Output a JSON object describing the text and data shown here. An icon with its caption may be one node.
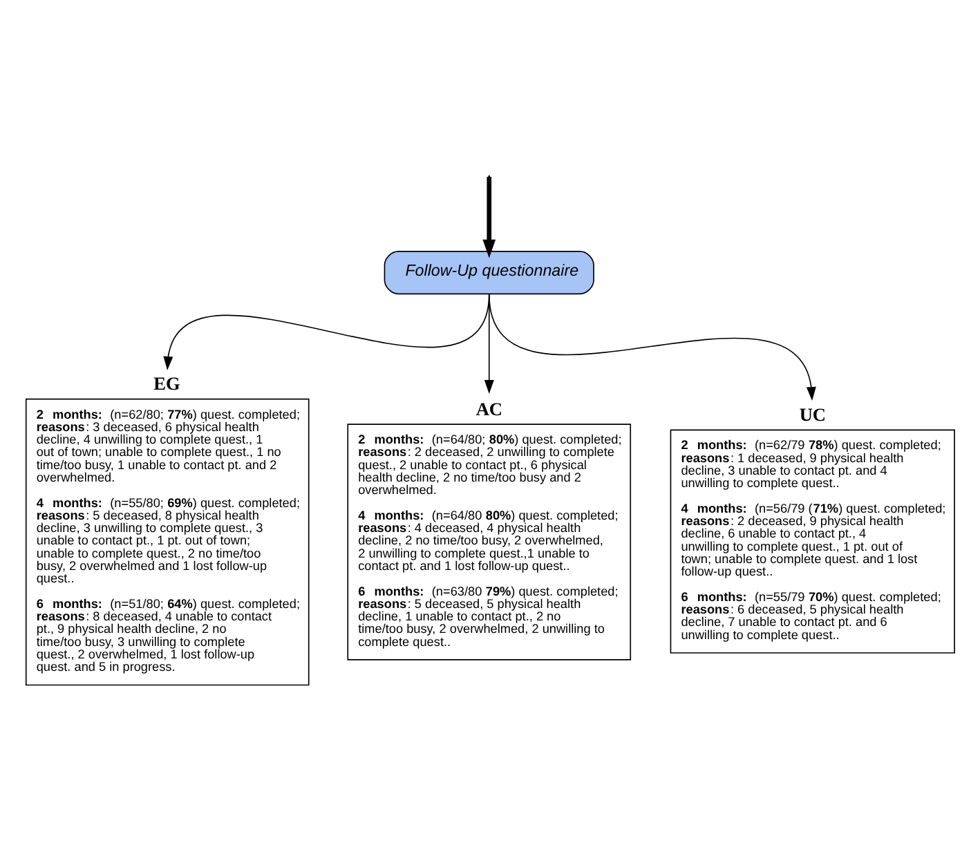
{
  "diagram": {
    "nodes": [
      {
        "text": [
          "Follow-Up questionnaire"
        ]
      },
      {
        "text": [
          "EG",
          "**2 months:** (n=62/80; **77%**) quest. completed; **reasons**: 3 deceased, 6 physical health decline, 4 unwilling to complete quest., 1 out of town; unable to complete quest., 1 no time/too busy, 1 unable to contact pt. and 2 overwhelmed.",
          "**4 months:** (n=55/80; **69%**) quest. completed; **reasons**: 5 deceased, 8 physical health decline, 3 unwilling to complete quest., 3 unable to contact pt., 1 pt. out of town; unable to complete quest., 2 no time/too busy, 2 overwhelmed and 1 lost follow-up quest..",
          "**6 months:** (n=51/80; **64%**) quest. completed; **reasons**: 8 deceased, 4 unable to contact pt., 9 physical health decline, 2 no time/too busy, 3 unwilling to complete quest., 2 overwhelmed, 1 lost follow-up quest. and 5 in progress."
        ]
      },
      {
        "text": [
          "AC",
          "**2 months:** (n=64/80; **80%**) quest. completed; **reasons**: 2 deceased, 2 unwilling to complete quest., 2 unable to contact pt., 6 physical health decline, 2 no time/too busy and 2 overwhelmed.",
          "**4 months:** (n=64/80 **80%**) quest. completed; **reasons**: 4 deceased, 4 physical health decline, 2 no time/too busy, 2 overwhelmed, 2 unwilling to complete quest.,1 unable to contact pt. and 1 lost follow-up quest..",
          "**6 months:** (n=63/80 **79%**) quest. completed; **reasons**: 5 deceased, 5 physical health decline, 1 unable to contact pt., 2 no time/too busy, 2 overwhelmed, 2 unwilling to complete quest.."
        ]
      },
      {
        "text": [
          "UC",
          "**2 months:** (n=62/79 **78%**) quest. completed; **reasons**: 1 deceased, 9 physical health decline, 3 unable to contact pt. and 4 unwilling to complete quest..",
          "**4 months:** (n=56/79 (**71%**) quest. completed; **reasons**: 2 deceased, 9 physical health decline, 6 unable to contact pt., 4 unwilling to complete quest., 1 pt. out of town; unable to complete quest. and 1 lost follow-up quest..",
          "**6 months:** (n=55/79 **70%**) quest. completed; **reasons**: 6 deceased, 5 physical health decline, 7 unable to contact pt. and 6 unwilling to complete quest.."
        ]
      }
    ],
    "edges": [
      {
        "from": null,
        "to": 0,
        "arrow": "to",
        "style": "thick"
      },
      {
        "from": 0,
        "to": 1,
        "arrow": "to"
      },
      {
        "from": 0,
        "to": 2,
        "arrow": "to"
      },
      {
        "from": 0,
        "to": 3,
        "arrow": "to"
      }
    ]
  }
}
